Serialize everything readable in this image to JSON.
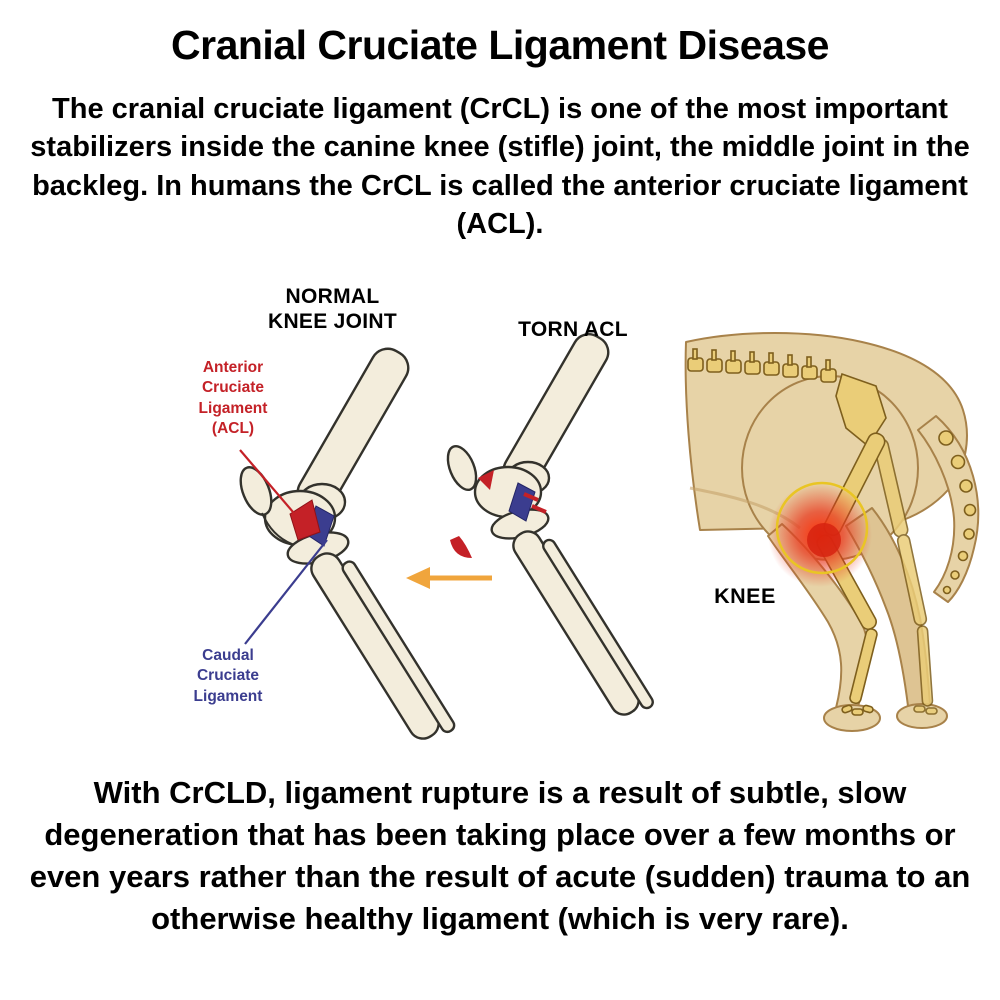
{
  "page": {
    "title": "Cranial Cruciate Ligament Disease",
    "intro": "The cranial cruciate ligament (CrCL) is one of the most important stabilizers inside the canine knee (stifle) joint, the middle joint in the backleg. In humans the CrCL is called the anterior cruciate ligament (ACL).",
    "footer": "With CrCLD, ligament rupture is a result of subtle, slow degeneration that has been taking place over a few months or even years rather than the result of acute (sudden) trauma to an otherwise healthy ligament (which is very rare)."
  },
  "diagram": {
    "labels": {
      "normal_knee": "NORMAL\nKNEE JOINT",
      "torn_acl": "TORN ACL",
      "acl": "Anterior\nCruciate\nLigament\n(ACL)",
      "caudal": "Caudal\nCruciate\nLigament",
      "knee": "KNEE"
    },
    "arrow_direction": "left",
    "colors": {
      "acl_label_red": "#C42127",
      "caudal_label_blue": "#3B3D8F",
      "arrow_orange": "#F0A53C",
      "bone_fill": "#F3EDDC",
      "bone_outline": "#33322C",
      "knee_highlight_red": "#E53119",
      "highlight_ring_yellow": "#E9C524",
      "dog_coat_tan": "#E7D3A7",
      "skeleton_bone_gold": "#EACD78"
    }
  }
}
